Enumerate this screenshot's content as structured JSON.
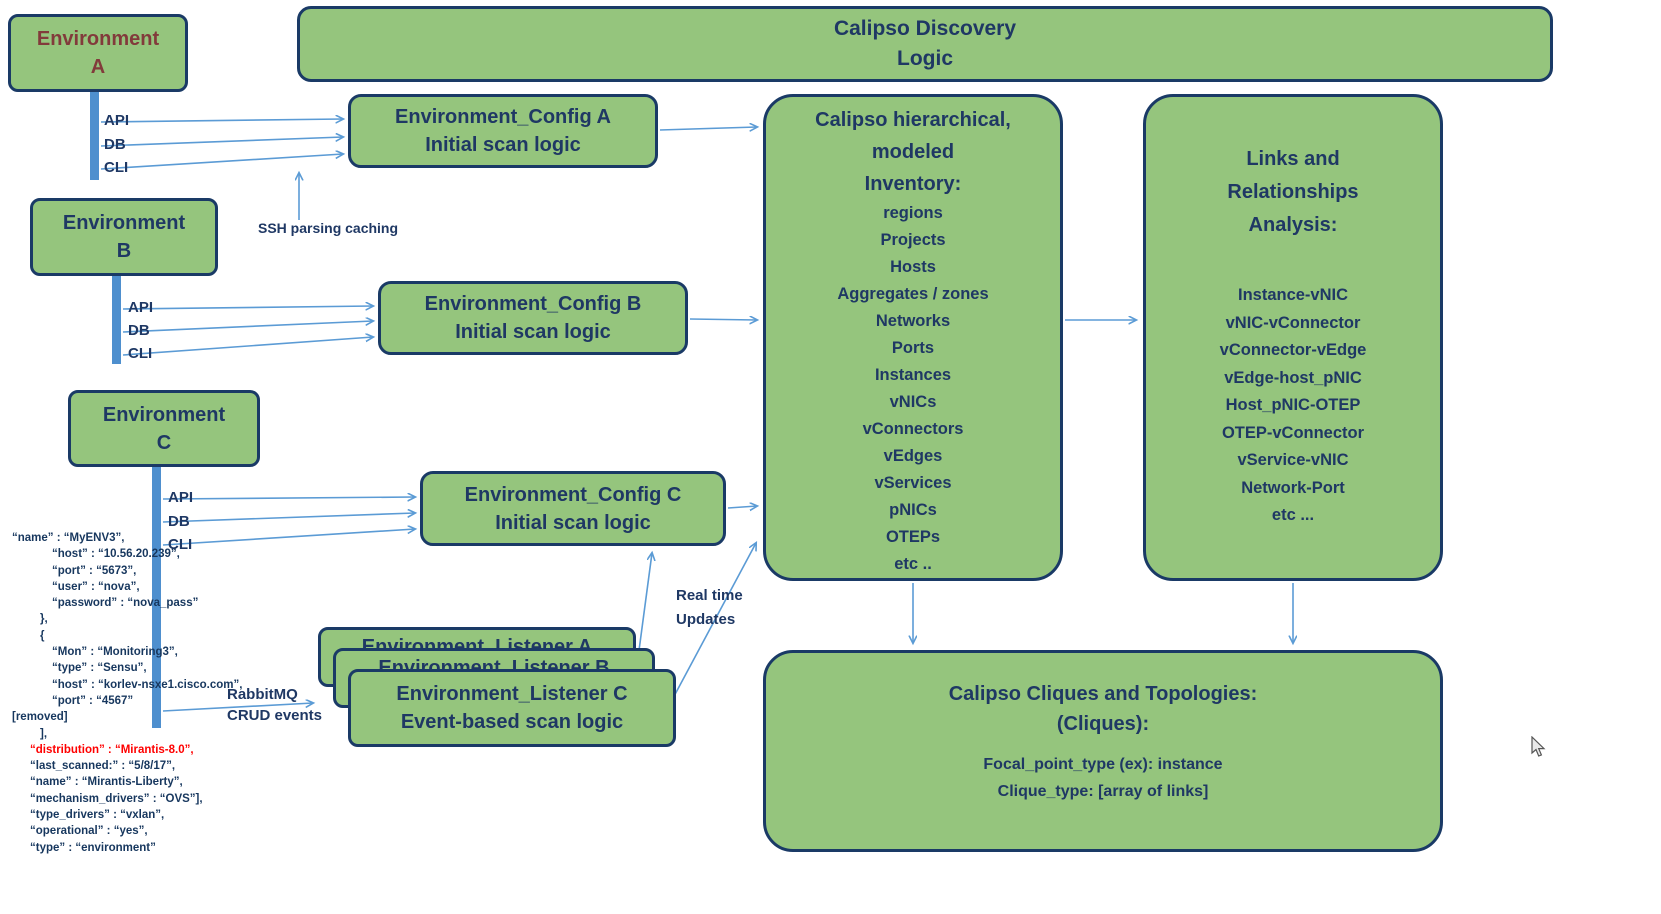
{
  "banner": {
    "line1": "Calipso Discovery",
    "line2": "Logic"
  },
  "environments": {
    "a": {
      "line1": "Environment",
      "line2": "A"
    },
    "b": {
      "line1": "Environment",
      "line2": "B"
    },
    "c": {
      "line1": "Environment",
      "line2": "C"
    }
  },
  "channels": {
    "api": "API",
    "db": "DB",
    "cli": "CLI"
  },
  "configs": {
    "a": {
      "line1": "Environment_Config A",
      "line2": "Initial scan logic"
    },
    "b": {
      "line1": "Environment_Config B",
      "line2": "Initial scan logic"
    },
    "c": {
      "line1": "Environment_Config C",
      "line2": "Initial scan logic"
    }
  },
  "listeners": {
    "a": "Environment_Listener A",
    "b": "Environment_Listener B",
    "c": {
      "line1": "Environment_Listener C",
      "line2": "Event-based scan logic"
    }
  },
  "inventory": {
    "title1": "Calipso hierarchical,",
    "title2": "modeled",
    "title3": "Inventory:",
    "items": [
      "regions",
      "Projects",
      "Hosts",
      "Aggregates / zones",
      "Networks",
      "Ports",
      "Instances",
      "vNICs",
      "vConnectors",
      "vEdges",
      "vServices",
      "pNICs",
      "OTEPs",
      "etc .."
    ]
  },
  "links_analysis": {
    "title1": "Links and",
    "title2": "Relationships",
    "title3": "Analysis:",
    "items": [
      "Instance-vNIC",
      "vNIC-vConnector",
      "vConnector-vEdge",
      "vEdge-host_pNIC",
      "Host_pNIC-OTEP",
      "OTEP-vConnector",
      "vService-vNIC",
      "Network-Port",
      "etc ..."
    ]
  },
  "cliques": {
    "line1": "Calipso Cliques and Topologies:",
    "line2": "(Cliques):",
    "line3": "Focal_point_type (ex): instance",
    "line4": "Clique_type: [array of links]"
  },
  "annotations": {
    "ssh": "SSH parsing caching",
    "rabbitmq1": "RabbitMQ",
    "rabbitmq2": "CRUD events",
    "realtime1": "Real time",
    "realtime2": "Updates"
  },
  "json_snippet": {
    "lines": [
      "“name” : “MyENV3”,",
      "“host” : “10.56.20.239”,",
      "“port” : “5673”,",
      "“user” : “nova”,",
      "“password” : “nova_pass”",
      "},",
      "{",
      "“Mon” : “Monitoring3”,",
      "“type” : “Sensu”,",
      "“host” : “korlev-nsxe1.cisco.com”,",
      "“port” : “4567”",
      "[removed]",
      "],",
      "“distribution” : “Mirantis-8.0”,",
      "“last_scanned:” : “5/8/17”,",
      "“name” : “Mirantis-Liberty”,",
      "“mechanism_drivers” :  “OVS”],",
      "“type_drivers” : “vxlan”,",
      "“operational” : “yes”,",
      "“type” : “environment”"
    ]
  },
  "colors": {
    "box_fill": "#95c57d",
    "box_border": "#1a3a66",
    "box_text": "#1f3864",
    "env_a_text": "#823b3b",
    "arrow": "#5b9bd5",
    "lifeline": "#4e8fce",
    "json_text": "#17375e",
    "json_highlight": "#ff0000"
  }
}
